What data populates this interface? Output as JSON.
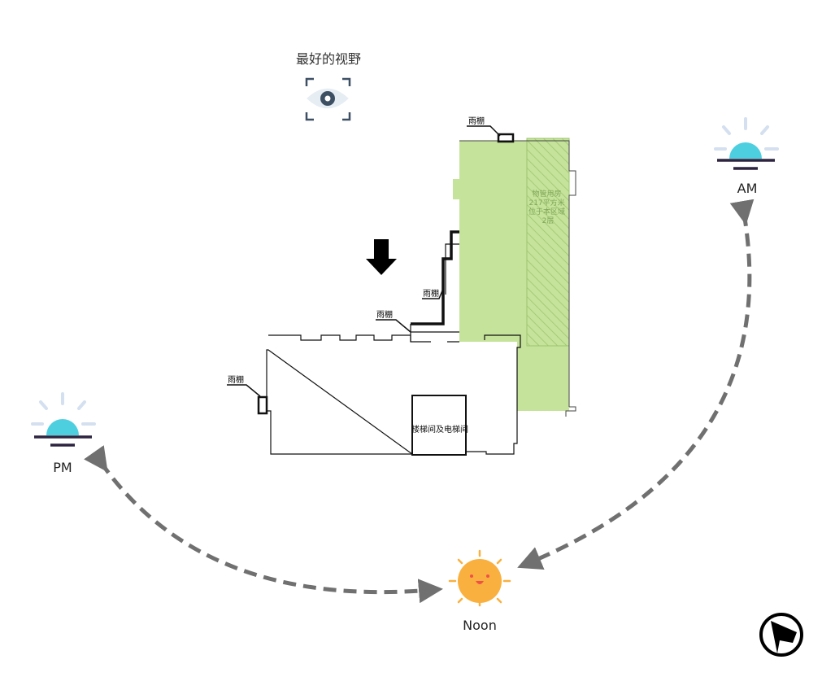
{
  "view_label": "最好的视野",
  "canopy_label": "雨棚",
  "stair_label": "楼梯间及电梯间",
  "property_room_lines": [
    "物管用房",
    "217平方米",
    "位于本区域",
    "2层"
  ],
  "sun_labels": {
    "am": "AM",
    "noon": "Noon",
    "pm": "PM"
  },
  "colors": {
    "green_zone": "#c5e39a",
    "hatch": "#9cc46e",
    "sunrise_sun": "#4dcfe0",
    "noon_sun": "#f9b03e",
    "arc": "#707070",
    "horizon": "#2d2440",
    "eye_icon": "#3d4f63"
  },
  "icons": [
    "eye-icon",
    "entrance-arrow-icon",
    "sunrise-icon",
    "sunset-icon",
    "noon-sun-icon",
    "north-compass-icon"
  ]
}
